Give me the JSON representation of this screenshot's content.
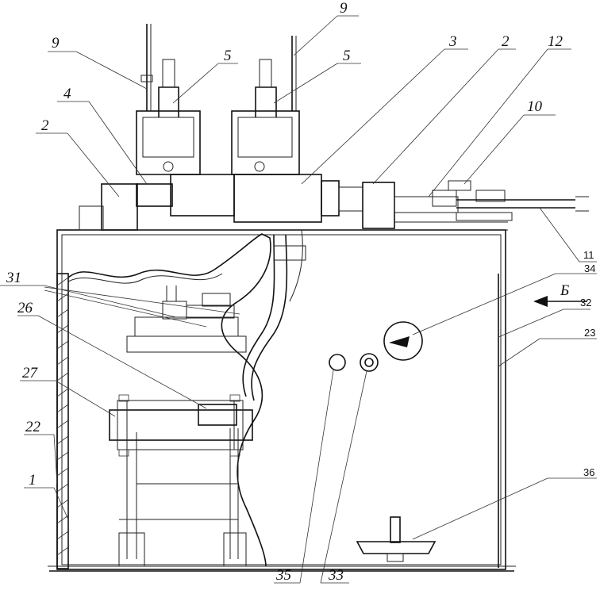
{
  "labels": {
    "l1": "1",
    "l2a": "2",
    "l2b": "2",
    "l3": "3",
    "l4": "4",
    "l5a": "5",
    "l5b": "5",
    "l9a": "9",
    "l9b": "9",
    "l10": "10",
    "l11": "11",
    "l12": "12",
    "l22": "22",
    "l23": "23",
    "l26": "26",
    "l27": "27",
    "l31": "31",
    "l32": "32",
    "l33": "33",
    "l34": "34",
    "l35": "35",
    "l36": "36",
    "view": "Б"
  }
}
